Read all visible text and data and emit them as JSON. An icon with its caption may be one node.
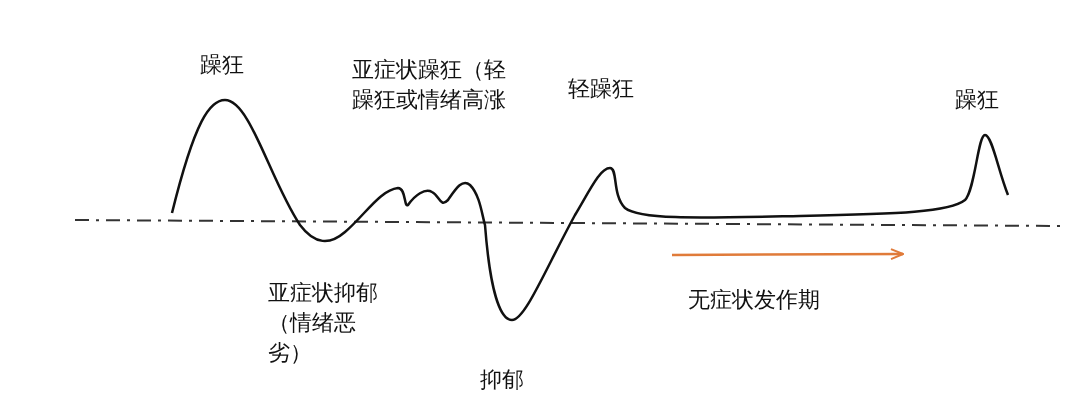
{
  "diagram": {
    "labels": [
      "躁狂",
      "亚症状躁狂（轻躁狂或情绪高涨",
      "轻躁狂",
      "躁狂",
      "亚症状抑郁（情绪恶劣）",
      "无症状发作期",
      "抑郁"
    ]
  }
}
